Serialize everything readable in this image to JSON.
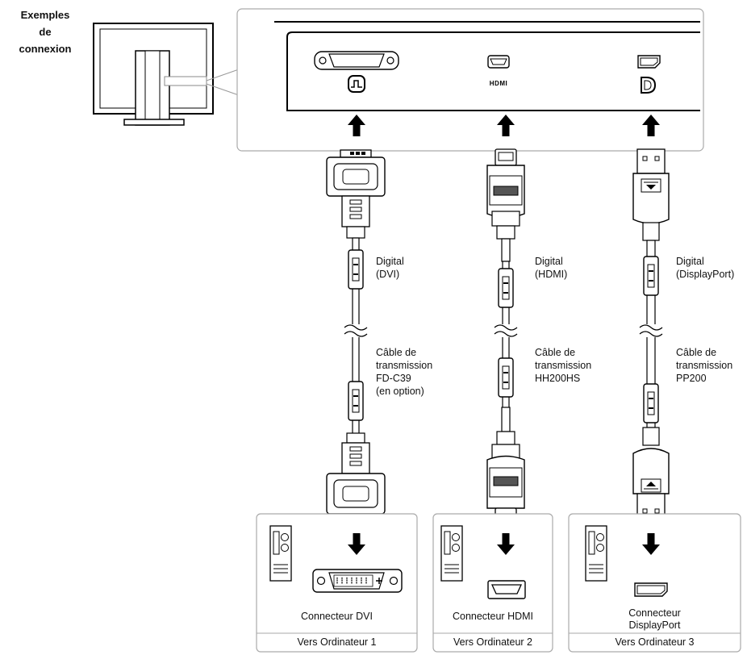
{
  "heading": [
    "Exemples",
    "de",
    "connexion"
  ],
  "cables": [
    {
      "signal": [
        "Digital",
        "(DVI)"
      ],
      "cable": [
        "Câble de",
        "transmission",
        "FD-C39",
        "(en option)"
      ],
      "connector": [
        "Connecteur DVI"
      ],
      "computer": "Vers Ordinateur 1"
    },
    {
      "signal": [
        "Digital",
        "(HDMI)"
      ],
      "cable": [
        "Câble de",
        "transmission",
        "HH200HS"
      ],
      "connector": [
        "Connecteur HDMI"
      ],
      "computer": "Vers Ordinateur 2"
    },
    {
      "signal": [
        "Digital",
        "(DisplayPort)"
      ],
      "cable": [
        "Câble de",
        "transmission",
        "PP200"
      ],
      "connector": [
        "Connecteur",
        "DisplayPort"
      ],
      "computer": "Vers Ordinateur 3"
    }
  ],
  "port_labels": {
    "hdmi": "HDMI"
  }
}
